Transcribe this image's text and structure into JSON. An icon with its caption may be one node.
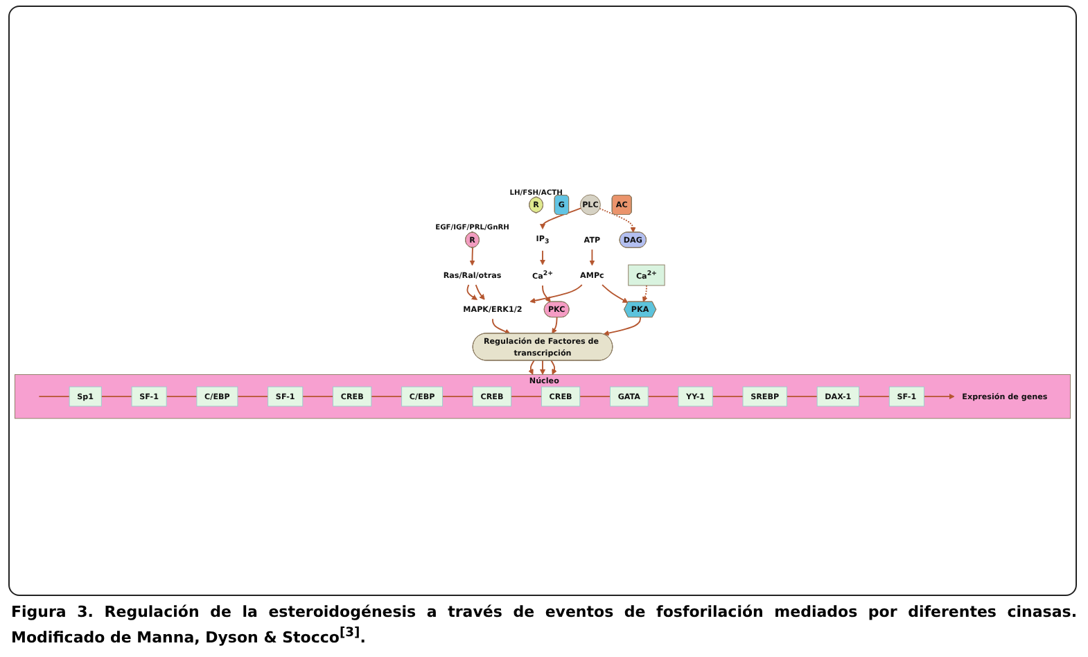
{
  "diagram": {
    "caption": "Figura 3. Regulación de la esteroidogénesis a través de eventos de fosforilación mediados por diferentes cinasas. Modificado de Manna, Dyson & Stocco$^{[3]}$.",
    "nodes": [
      {
        "text": [
          "R"
        ],
        "beside": [
          "EGF/IGF/PRL/GnRH"
        ]
      },
      {
        "text": [
          "R"
        ],
        "beside": [
          "LH/FSH/ACTH"
        ]
      },
      {
        "text": [
          "G"
        ]
      },
      {
        "text": [
          "PLC"
        ]
      },
      {
        "text": [
          "AC"
        ]
      },
      {
        "text": [
          "DAG"
        ]
      },
      {
        "text": [
          "PKC"
        ]
      },
      {
        "text": [
          "ATP"
        ]
      },
      {
        "text": [
          "AMPc"
        ]
      },
      {
        "text": [
          "IP$_{3}$"
        ]
      },
      {
        "text": [
          "Ca$^{2+}$"
        ]
      },
      {
        "text": [
          "Ras/Ral/otras"
        ]
      },
      {
        "text": [
          "Ca$^{2+}$"
        ]
      },
      {
        "text": [
          "PKA"
        ]
      },
      {
        "text": [
          "MAPK/ERK1/2"
        ]
      },
      {
        "text": [
          "Regulación de Factores de transcripción"
        ]
      },
      {
        "text": [
          "Núcleo"
        ]
      },
      {
        "text": [
          "Sp1"
        ],
        "in": 16
      },
      {
        "text": [
          "SF-1"
        ],
        "in": 16
      },
      {
        "text": [
          "C/EBP"
        ],
        "in": 16
      },
      {
        "text": [
          "SF-1"
        ],
        "in": 16
      },
      {
        "text": [
          "CREB"
        ],
        "in": 16
      },
      {
        "text": [
          "C/EBP"
        ],
        "in": 16
      },
      {
        "text": [
          "CREB"
        ],
        "in": 16
      },
      {
        "text": [
          "CREB"
        ],
        "in": 16
      },
      {
        "text": [
          "GATA"
        ],
        "in": 16
      },
      {
        "text": [
          "YY-1"
        ],
        "in": 16
      },
      {
        "text": [
          "SREBP"
        ],
        "in": 16
      },
      {
        "text": [
          "DAX-1"
        ],
        "in": 16
      },
      {
        "text": [
          "SF-1"
        ],
        "in": 16
      },
      {
        "text": [
          "Expresión de genes"
        ],
        "in": 16
      }
    ],
    "edges": [
      {
        "from": 0,
        "to": 11,
        "arrow": "to"
      },
      {
        "from": 11,
        "to": 14,
        "arrow": "to"
      },
      {
        "from": 11,
        "to": 14,
        "arrow": "to"
      },
      {
        "from": 7,
        "to": 8,
        "arrow": "to"
      },
      {
        "from": 8,
        "to": 13,
        "arrow": "to"
      },
      {
        "from": 8,
        "to": 14,
        "arrow": "to"
      },
      {
        "from": 3,
        "to": 5,
        "arrow": "to",
        "style": "dashed"
      },
      {
        "from": 3,
        "to": 9,
        "arrow": "to"
      },
      {
        "from": 9,
        "to": 10,
        "arrow": "to"
      },
      {
        "from": 10,
        "to": 6,
        "arrow": "to"
      },
      {
        "from": 12,
        "to": 13,
        "arrow": "to",
        "style": "dashed"
      },
      {
        "from": 6,
        "to": 15,
        "arrow": "to"
      },
      {
        "from": 13,
        "to": 15,
        "arrow": "to"
      },
      {
        "from": 14,
        "to": 15,
        "arrow": "to"
      },
      {
        "from": 15,
        "to": 16,
        "arrow": "to"
      },
      {
        "from": 15,
        "to": 16,
        "arrow": "to"
      },
      {
        "from": 15,
        "to": 16,
        "arrow": "to"
      },
      {
        "from": null,
        "to": 17,
        "arrow": "none"
      },
      {
        "from": 17,
        "to": 18,
        "arrow": "none"
      },
      {
        "from": 18,
        "to": 19,
        "arrow": "none"
      },
      {
        "from": 19,
        "to": 20,
        "arrow": "none"
      },
      {
        "from": 20,
        "to": 21,
        "arrow": "none"
      },
      {
        "from": 21,
        "to": 22,
        "arrow": "none"
      },
      {
        "from": 22,
        "to": 23,
        "arrow": "none"
      },
      {
        "from": 23,
        "to": 24,
        "arrow": "none"
      },
      {
        "from": 24,
        "to": 25,
        "arrow": "none"
      },
      {
        "from": 25,
        "to": 26,
        "arrow": "none"
      },
      {
        "from": 26,
        "to": 27,
        "arrow": "none"
      },
      {
        "from": 27,
        "to": 28,
        "arrow": "none"
      },
      {
        "from": 28,
        "to": 29,
        "arrow": "none"
      },
      {
        "from": 29,
        "to": 30,
        "arrow": "to"
      }
    ]
  }
}
